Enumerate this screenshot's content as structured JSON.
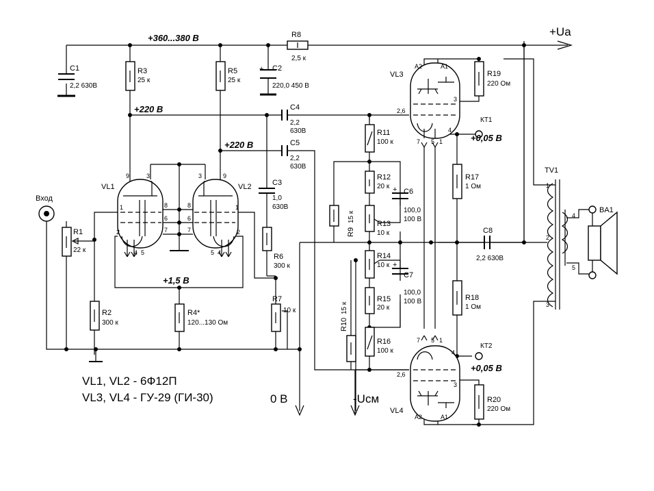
{
  "rails": {
    "anode_supply": "+360...380 В",
    "ua": "+Ua",
    "stage_220_a": "+220 В",
    "stage_220_b": "+220 В",
    "cathode_bias": "+1,5 В",
    "zero_volt": "0 В",
    "neg_bias": "-Uсм",
    "kt1_level": "+0,05 В",
    "kt2_level": "+0,05 В"
  },
  "input": {
    "label": "Вход"
  },
  "resistors": [
    {
      "id": "R1",
      "value": "22 к"
    },
    {
      "id": "R2",
      "value": "300 к"
    },
    {
      "id": "R3",
      "value": "25 к"
    },
    {
      "id": "R4*",
      "value": "120...130 Ом"
    },
    {
      "id": "R5",
      "value": "25 к"
    },
    {
      "id": "R6",
      "value": "300 к"
    },
    {
      "id": "R7",
      "value": "10 к"
    },
    {
      "id": "R8",
      "value": "2,5 к"
    },
    {
      "id": "R9",
      "value": "15 к"
    },
    {
      "id": "R10",
      "value": "15 к"
    },
    {
      "id": "R11",
      "value": "100 к"
    },
    {
      "id": "R12",
      "value": "20 к"
    },
    {
      "id": "R13",
      "value": "10 к"
    },
    {
      "id": "R14",
      "value": "10 к"
    },
    {
      "id": "R15",
      "value": "20 к"
    },
    {
      "id": "R16",
      "value": "100 к"
    },
    {
      "id": "R17",
      "value": "1 Ом"
    },
    {
      "id": "R18",
      "value": "1 Ом"
    },
    {
      "id": "R19",
      "value": "220  Ом"
    },
    {
      "id": "R20",
      "value": "220  Ом"
    }
  ],
  "capacitors": [
    {
      "id": "C1",
      "value": "2,2  630В"
    },
    {
      "id": "C2",
      "value": "220,0   450 В"
    },
    {
      "id": "C3",
      "value": "1,0",
      "value2": "630В"
    },
    {
      "id": "C4",
      "value": "2,2",
      "value2": "630В"
    },
    {
      "id": "C5",
      "value": "2,2",
      "value2": "630В"
    },
    {
      "id": "C6",
      "value": "100,0",
      "value2": "100 В"
    },
    {
      "id": "C7",
      "value": "100,0",
      "value2": "100 В"
    },
    {
      "id": "C8",
      "value": "2,2  630В"
    }
  ],
  "tubes": {
    "vl1": "VL1",
    "vl2": "VL2",
    "vl3": "VL3",
    "vl4": "VL4"
  },
  "pins": {
    "p1": "1",
    "p2": "2",
    "p3": "3",
    "p4": "4",
    "p5": "5",
    "p6": "6",
    "p7": "7",
    "p8": "8",
    "p9": "9",
    "a1": "A1",
    "a2": "A2",
    "p26": "2,6"
  },
  "test_points": {
    "kt1": "КТ1",
    "kt2": "КТ2"
  },
  "transformer": {
    "id": "TV1",
    "p1": "1",
    "p2": "2",
    "p3": "3",
    "p4": "4",
    "p5": "5"
  },
  "speaker": {
    "id": "BA1"
  },
  "notes": {
    "line1": "VL1, VL2 - 6Ф12П",
    "line2": "VL3, VL4 - ГУ-29 (ГИ-30)"
  }
}
